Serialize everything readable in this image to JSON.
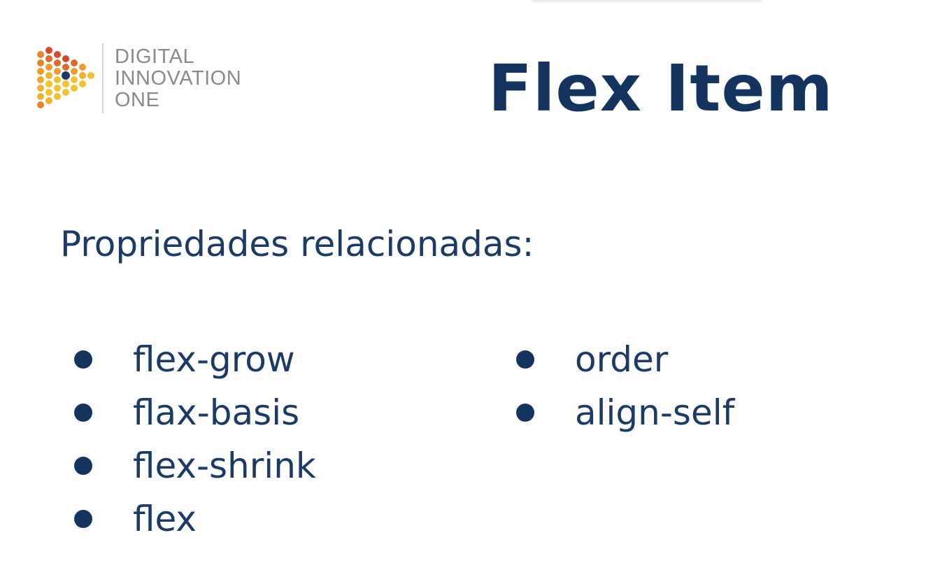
{
  "logo": {
    "icon": "dotted-play-triangle-logo",
    "lines": [
      "DIGITAL",
      "INNOVATION",
      "ONE"
    ]
  },
  "slide": {
    "title": "Flex Item",
    "subtitle": "Propriedades relacionadas:",
    "left_items": [
      "flex-grow",
      "flax-basis",
      "flex-shrink",
      "flex"
    ],
    "right_items": [
      "order",
      "align-self"
    ]
  },
  "colors": {
    "title": "#14345f",
    "text": "#1b3a66",
    "bullet": "#14345f",
    "logo_text": "#8a8a8a",
    "logo_orange": "#e8832a",
    "logo_yellow": "#f2c12e",
    "logo_red": "#d9472b"
  }
}
